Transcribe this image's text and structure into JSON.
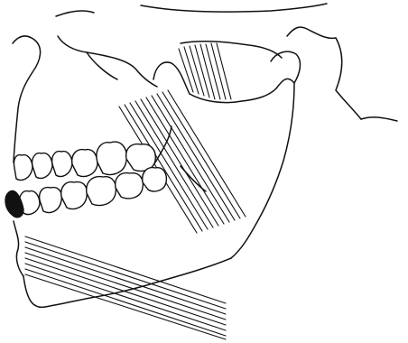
{
  "figure": {
    "subject": "skull-jaw-lateral-view",
    "line_color": "#111111",
    "background_color": "#ffffff"
  },
  "regions": [
    {
      "name": "skull-outline"
    },
    {
      "name": "zygomatic-arch"
    },
    {
      "name": "mandible"
    },
    {
      "name": "mandibular-condyle"
    },
    {
      "name": "coronoid-process"
    },
    {
      "name": "upper-teeth"
    },
    {
      "name": "lower-teeth"
    },
    {
      "name": "marked-lower-canine"
    },
    {
      "name": "upper-muscle-fibers"
    },
    {
      "name": "oblique-muscle-fibers"
    },
    {
      "name": "lower-muscle-fibers"
    }
  ]
}
